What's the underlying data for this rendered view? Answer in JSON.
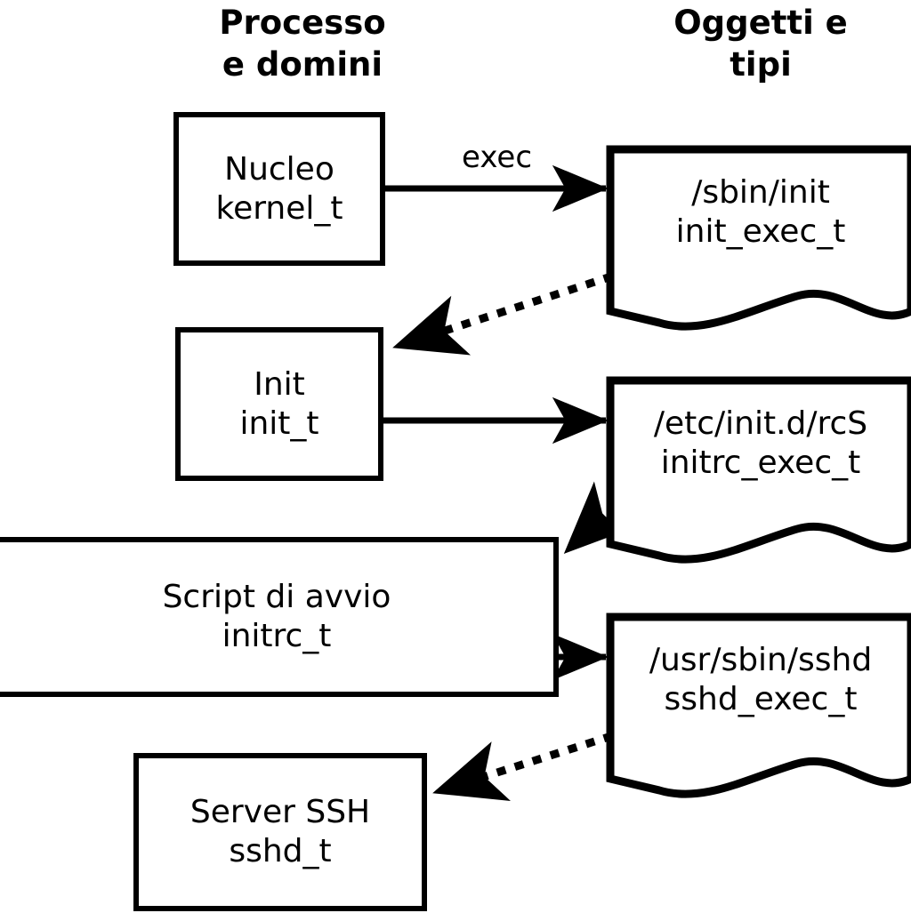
{
  "diagram": {
    "title_left": "Processo\ne domini",
    "title_right": "Oggetti e\ntipi",
    "stroke_color": "#000000",
    "background_color": "#ffffff",
    "process_nodes": [
      {
        "id": "kernel",
        "label": "Nucleo\nkernel_t"
      },
      {
        "id": "init",
        "label": "Init\ninit_t"
      },
      {
        "id": "initrc",
        "label": "Script di avvio\ninitrc_t"
      },
      {
        "id": "sshd",
        "label": "Server SSH\nsshd_t"
      }
    ],
    "object_nodes": [
      {
        "id": "init_exec",
        "label": "/sbin/init\ninit_exec_t"
      },
      {
        "id": "initrc_exec",
        "label": "/etc/init.d/rcS\ninitrc_exec_t"
      },
      {
        "id": "sshd_exec",
        "label": "/usr/sbin/sshd\nsshd_exec_t"
      }
    ],
    "edges": [
      {
        "id": "kernel-to-init-exec",
        "from": "kernel",
        "to": "init_exec",
        "style": "solid",
        "label": "exec"
      },
      {
        "id": "init-exec-to-init",
        "from": "init_exec",
        "to": "init",
        "style": "dotted",
        "label": ""
      },
      {
        "id": "init-to-initrc-exec",
        "from": "init",
        "to": "initrc_exec",
        "style": "solid",
        "label": ""
      },
      {
        "id": "initrc-exec-to-initrc",
        "from": "initrc_exec",
        "to": "initrc",
        "style": "dotted",
        "label": ""
      },
      {
        "id": "initrc-to-sshd-exec",
        "from": "initrc",
        "to": "sshd_exec",
        "style": "solid",
        "label": ""
      },
      {
        "id": "sshd-exec-to-sshd",
        "from": "sshd_exec",
        "to": "sshd",
        "style": "dotted",
        "label": ""
      }
    ]
  }
}
